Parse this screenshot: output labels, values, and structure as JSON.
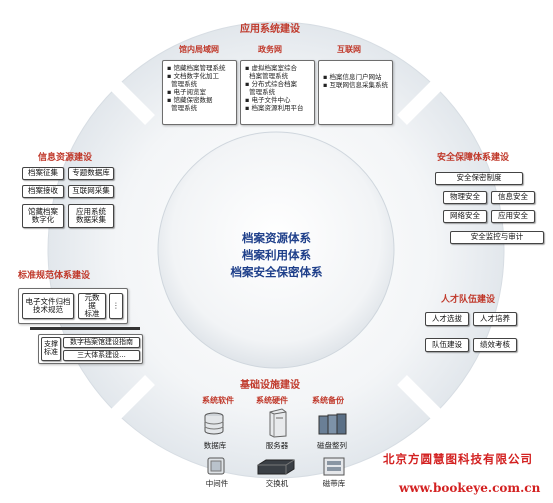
{
  "top": {
    "title": "应用系统建设",
    "columns": [
      {
        "header": "馆内局域网",
        "items": [
          "馆藏档案管理系统",
          "文档数字化加工",
          "管理系统",
          "电子阅览室",
          "馆藏保密数据",
          "管理系统"
        ]
      },
      {
        "header": "政务网",
        "items": [
          "虚拟档案室综合",
          "档案管理系统",
          "分布式综合档案",
          "管理系统",
          "电子文件中心",
          "档案资源利用平台"
        ]
      },
      {
        "header": "互联网",
        "items": [
          "档案信息门户网站",
          "互联网信息采集系统"
        ]
      }
    ]
  },
  "left_upper": {
    "title": "信息资源建设",
    "boxes": [
      "档案征集",
      "专题数据库",
      "档案接收",
      "互联网采集",
      "馆藏档案\n数字化",
      "应用系统\n数据采集"
    ]
  },
  "left_lower": {
    "title": "标准规范体系建设",
    "boxes": [
      "电子文件归档\n技术规范",
      "元数据\n标准",
      "⋮"
    ],
    "support_label": "支撑\n标准",
    "support_items": [
      "数字档案馆建设指南",
      "三大体系建设..."
    ]
  },
  "right_upper": {
    "title": "安全保障体系建设",
    "boxes": [
      "安全保密制度",
      "物理安全",
      "信息安全",
      "网络安全",
      "应用安全",
      "安全监控与审计"
    ]
  },
  "right_lower": {
    "title": "人才队伍建设",
    "boxes": [
      "人才选拔",
      "人才培养",
      "队伍建设",
      "绩效考核"
    ]
  },
  "center": {
    "lines": [
      "档案资源体系",
      "档案利用体系",
      "档案安全保密体系"
    ]
  },
  "bottom": {
    "title": "基础设施建设",
    "subs": [
      "系统软件",
      "系统硬件",
      "系统备份"
    ],
    "icons": [
      {
        "name": "database-icon",
        "label": "数据库"
      },
      {
        "name": "server-icon",
        "label": "服务器"
      },
      {
        "name": "disk-array-icon",
        "label": "磁盘整列"
      },
      {
        "name": "middleware-icon",
        "label": "中间件"
      },
      {
        "name": "switch-icon",
        "label": "交换机"
      },
      {
        "name": "tape-library-icon",
        "label": "磁带库"
      }
    ]
  },
  "watermark": {
    "company": "北京方圆慧图科技有限公司",
    "url": "www.bookeye.com.cn"
  },
  "colors": {
    "title_red": "#c0392b",
    "center_blue": "#1e3f8a",
    "ring": "#e9edf1",
    "watermark_red": "#d32121"
  }
}
